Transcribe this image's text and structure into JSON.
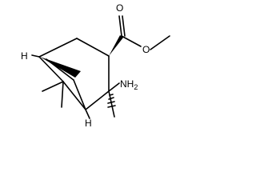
{
  "molecule": {
    "atom_labels": {
      "h_top": "H",
      "h_bottom": "H",
      "amino": "NH",
      "amino_subscript": "2",
      "oxygen_carbonyl": "O",
      "oxygen_ester": "O"
    },
    "colors": {
      "bond": "#000000",
      "background": "#ffffff"
    }
  }
}
